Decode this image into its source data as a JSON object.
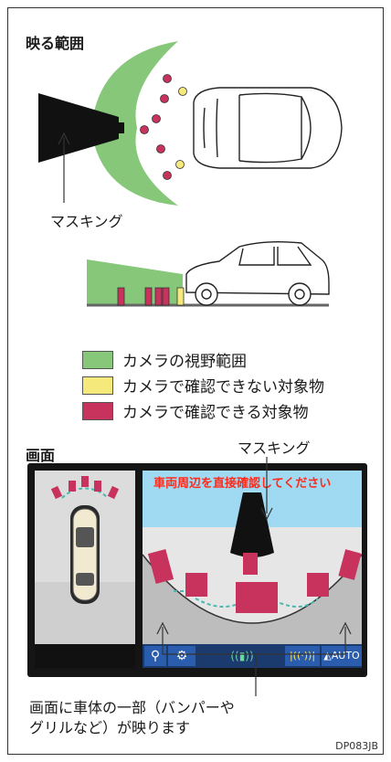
{
  "section1": {
    "title": "映る範囲"
  },
  "masking_label_top": "マスキング",
  "legend": [
    {
      "label": "カメラの視野範囲",
      "color": "#86c77a"
    },
    {
      "label": "カメラで確認できない対象物",
      "color": "#f4e97a"
    },
    {
      "label": "カメラで確認できる対象物",
      "color": "#c8335e"
    }
  ],
  "section2": {
    "title": "画面"
  },
  "masking_label_screen": "マスキング",
  "screen": {
    "banner": "車両周辺を直接確認してください",
    "buttons": [
      {
        "icon": "search-icon"
      },
      {
        "icon": "gear-icon"
      },
      {
        "icon": "sonar-icon"
      },
      {
        "icon": "sensor-wave-icon"
      },
      {
        "label": "AUTO",
        "icon": "camera-view-icon"
      }
    ]
  },
  "caption": "画面に車体の一部（バンパーや\nグリルなど）が映ります",
  "figure_code": "DP083JB",
  "colors": {
    "green": "#86c77a",
    "yellow": "#f4e97a",
    "crimson": "#c8335e",
    "sky": "#9fd9f2",
    "banner_red": "#ff2a1a",
    "teal": "#4ab8b0"
  }
}
